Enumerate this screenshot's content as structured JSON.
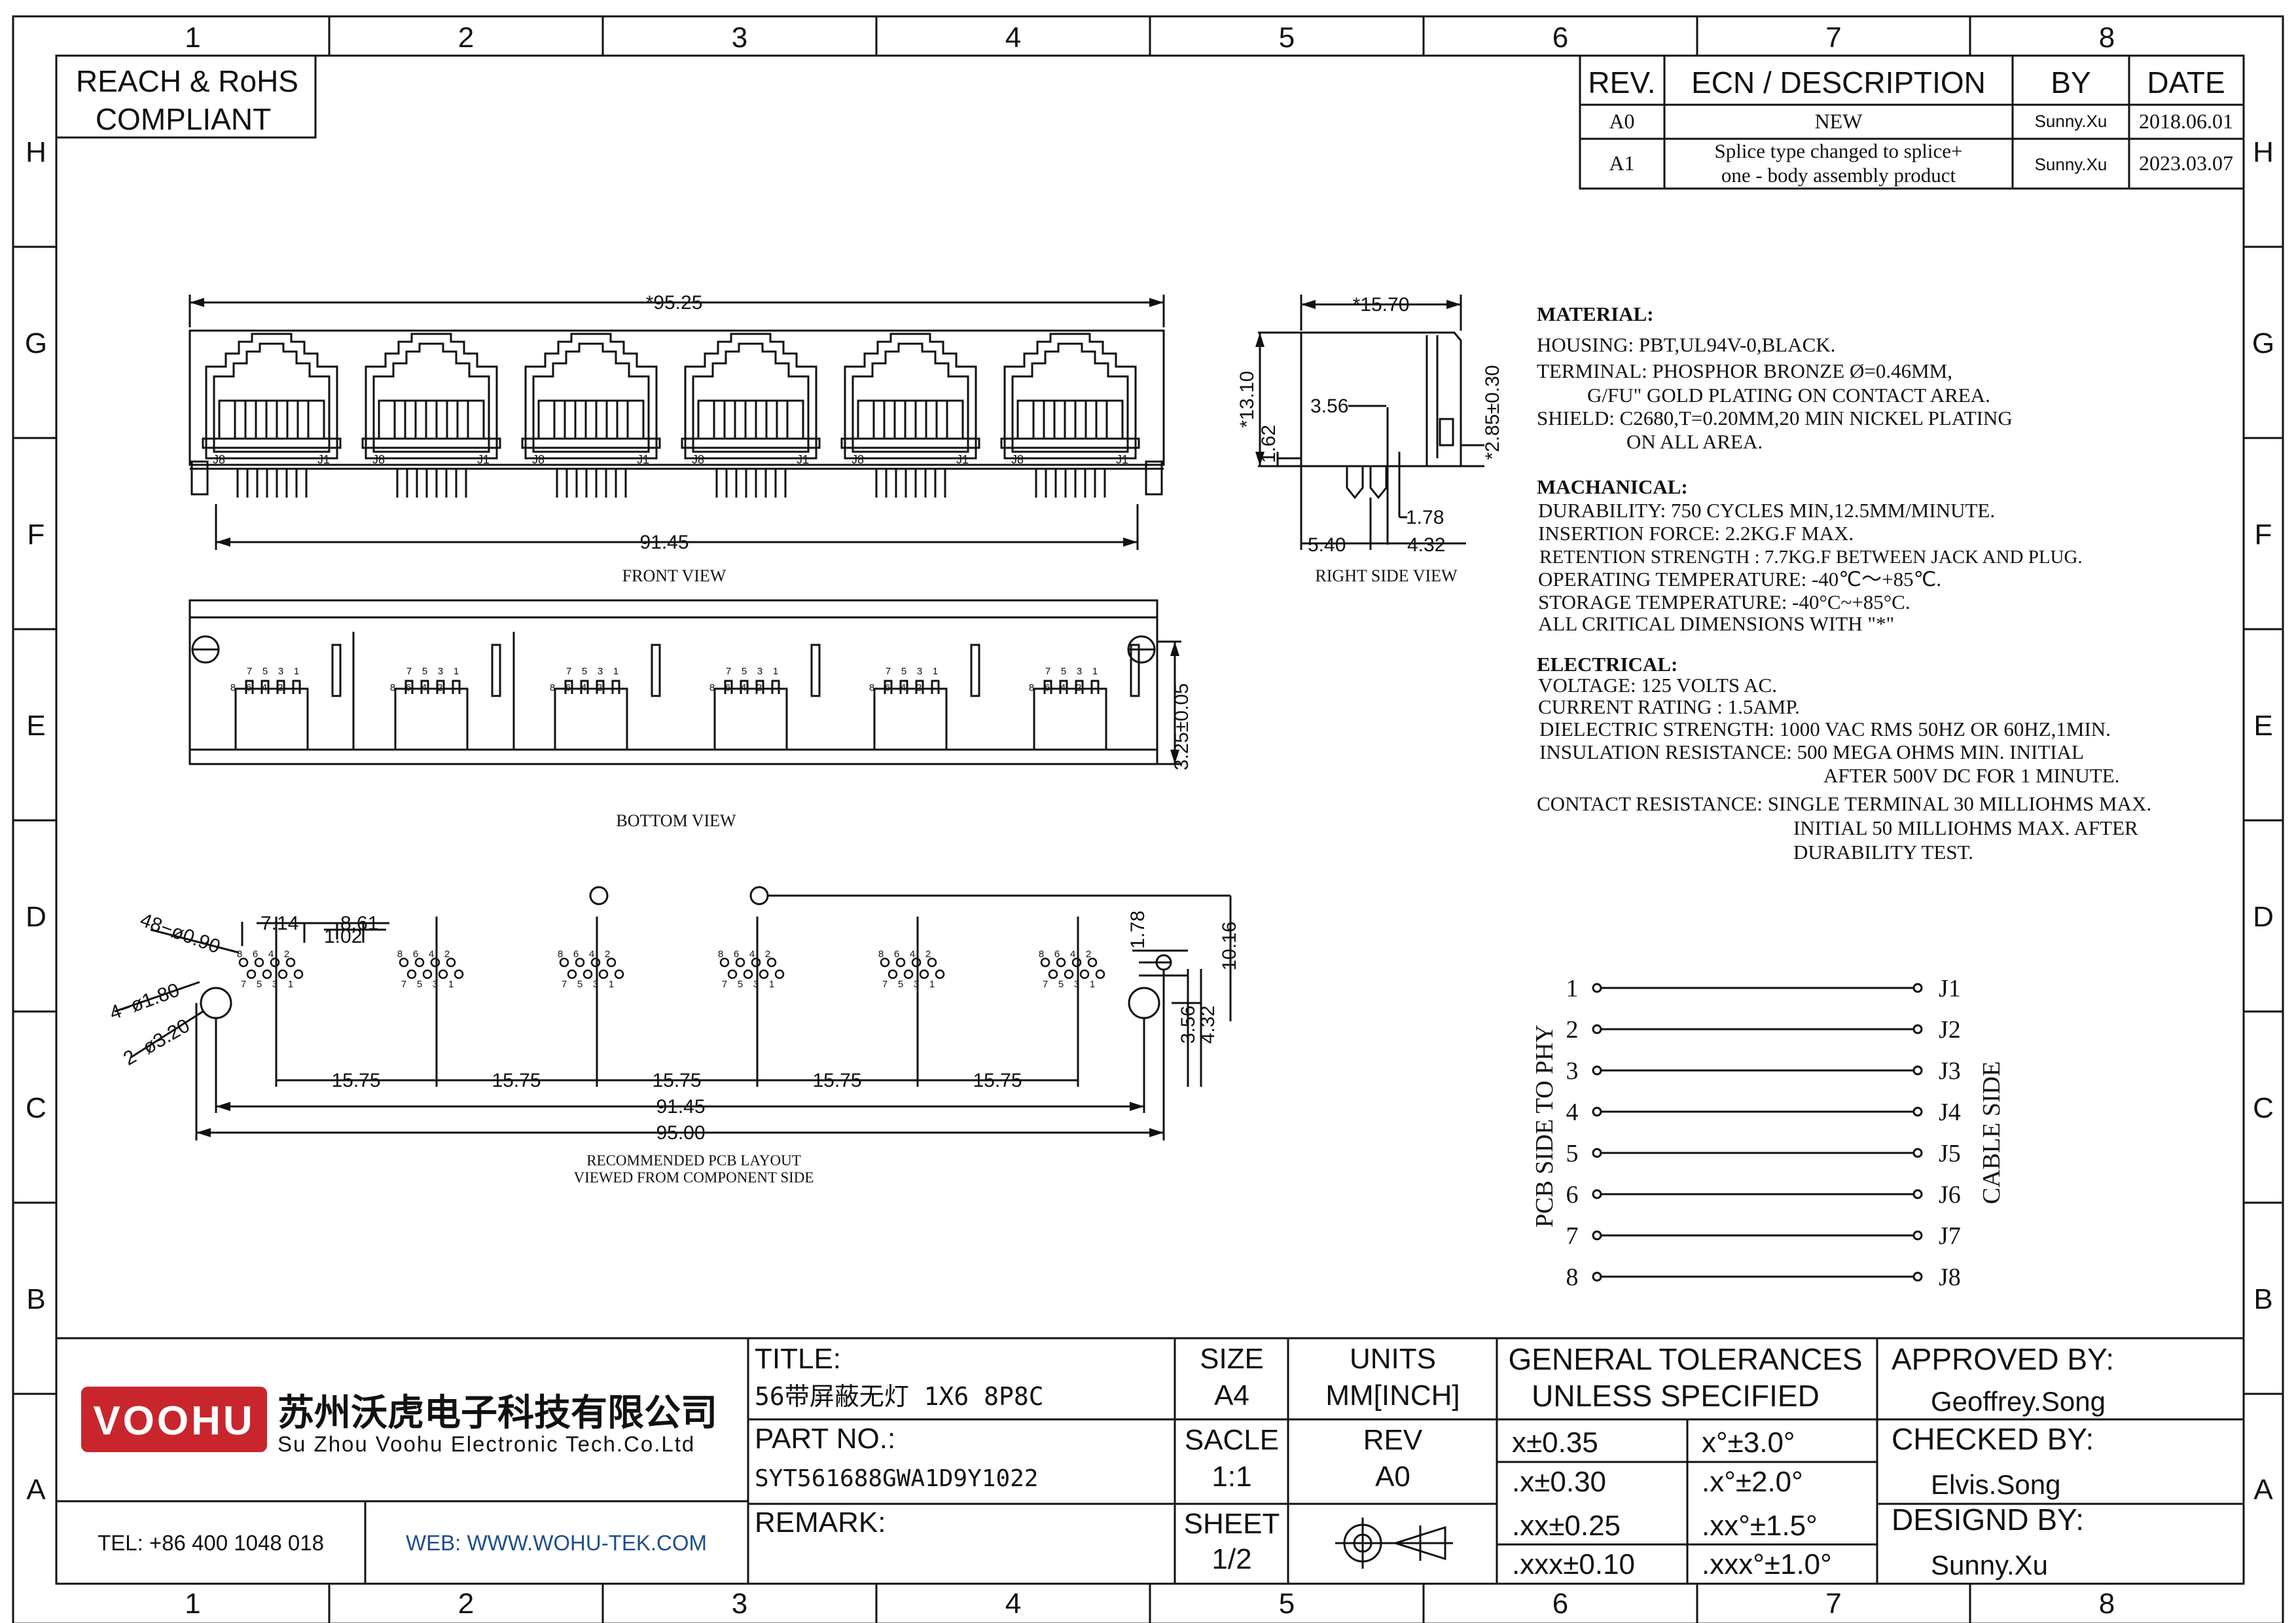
{
  "compliance": {
    "line1": "REACH & RoHS",
    "line2": "COMPLIANT"
  },
  "zones": {
    "columns": [
      "1",
      "2",
      "3",
      "4",
      "5",
      "6",
      "7",
      "8"
    ],
    "rows": [
      "H",
      "G",
      "F",
      "E",
      "D",
      "C",
      "B",
      "A"
    ]
  },
  "revision_table": {
    "headers": {
      "rev": "REV.",
      "ecn": "ECN / DESCRIPTION",
      "by": "BY",
      "date": "DATE"
    },
    "rows": [
      {
        "rev": "A0",
        "ecn1": "NEW",
        "ecn2": "",
        "by": "Sunny.Xu",
        "date": "2018.06.01"
      },
      {
        "rev": "A1",
        "ecn1": "Splice type changed to splice+",
        "ecn2": "one - body assembly product",
        "by": "Sunny.Xu",
        "date": "2023.03.07"
      }
    ]
  },
  "views": {
    "front": "FRONT VIEW",
    "right_side": "RIGHT SIDE VIEW",
    "bottom": "BOTTOM VIEW",
    "pcb_line1": "RECOMMENDED PCB LAYOUT",
    "pcb_line2": "VIEWED FROM COMPONENT SIDE"
  },
  "dimensions": {
    "front_width": "*95.25",
    "front_pin_span": "91.45",
    "side_depth": "*15.70",
    "side_height": "*13.10",
    "side_356": "3.56",
    "side_162": "1.62",
    "side_540": "5.40",
    "side_432": "4.32",
    "side_178": "1.78",
    "side_285": "*2.85±0.30",
    "bottom_325": "3.25±0.05",
    "pcb_714": "7.14",
    "pcb_861": "8.61",
    "pcb_102": "1.02",
    "pcb_48holes": "48−ø0.90",
    "pcb_4holes": "4−ø1.80",
    "pcb_2holes": "2−ø3.20",
    "pcb_pitch": "15.75",
    "pcb_9145": "91.45",
    "pcb_9500": "95.00",
    "pcb_178": "1.78",
    "pcb_1016": "10.16",
    "pcb_356": "3.56",
    "pcb_432": "4.32"
  },
  "pin_labels": {
    "jack_left": "J8",
    "jack_right": "J1",
    "bottom_top": [
      "7",
      "5",
      "3",
      "1"
    ],
    "bottom_bottom": [
      "8",
      "6",
      "4",
      "2"
    ]
  },
  "specs": {
    "material_title": "MATERIAL:",
    "material": [
      "HOUSING: PBT,UL94V-0,BLACK.",
      "TERMINAL: PHOSPHOR BRONZE Ø=0.46MM,",
      "G/FU\" GOLD PLATING ON CONTACT AREA.",
      "SHIELD: C2680,T=0.20MM,20 MIN NICKEL PLATING",
      "ON ALL AREA."
    ],
    "mechanical_title": "MACHANICAL:",
    "mechanical": [
      "DURABILITY: 750 CYCLES MIN,12.5MM/MINUTE.",
      "INSERTION FORCE: 2.2KG.F MAX.",
      "RETENTION STRENGTH : 7.7KG.F BETWEEN JACK AND PLUG.",
      "OPERATING TEMPERATURE: -40℃～+85℃.",
      "STORAGE TEMPERATURE: -40°C~+85°C.",
      "ALL CRITICAL DIMENSIONS WITH \"*\""
    ],
    "electrical_title": "ELECTRICAL:",
    "electrical": [
      "VOLTAGE: 125 VOLTS AC.",
      "CURRENT RATING : 1.5AMP.",
      "DIELECTRIC STRENGTH: 1000 VAC RMS 50HZ OR 60HZ,1MIN.",
      "INSULATION RESISTANCE: 500 MEGA OHMS MIN. INITIAL",
      "AFTER 500V DC FOR 1 MINUTE.",
      "CONTACT RESISTANCE: SINGLE TERMINAL 30 MILLIOHMS MAX.",
      "INITIAL 50 MILLIOHMS MAX. AFTER",
      "DURABILITY TEST."
    ]
  },
  "schematic": {
    "left_numbers": [
      "1",
      "2",
      "3",
      "4",
      "5",
      "6",
      "7",
      "8"
    ],
    "right_labels": [
      "J1",
      "J2",
      "J3",
      "J4",
      "J5",
      "J6",
      "J7",
      "J8"
    ],
    "left_side": "PCB SIDE TO PHY",
    "right_side": "CABLE SIDE"
  },
  "title_block": {
    "logo": "VOOHU",
    "company_cn": "苏州沃虎电子科技有限公司",
    "company_en": "Su Zhou Voohu Electronic Tech.Co.Ltd",
    "tel": "TEL: +86 400 1048 018",
    "web": "WEB: WWW.WOHU-TEK.COM",
    "title_label": "TITLE:",
    "title_value": "56带屏蔽无灯 1X6 8P8C",
    "part_label": "PART NO.:",
    "part_value": "SYT561688GWA1D9Y1022",
    "remark_label": "REMARK:",
    "size_label": "SIZE",
    "size_value": "A4",
    "units_label": "UNITS",
    "units_value": "MM[INCH]",
    "scale_label": "SACLE",
    "scale_value": "1:1",
    "rev_label": "REV",
    "rev_value": "A0",
    "sheet_label": "SHEET",
    "sheet_value": "1/2",
    "tol_title1": "GENERAL TOLERANCES",
    "tol_title2": "UNLESS SPECIFIED",
    "tolerances": [
      [
        "x±0.35",
        "x°±3.0°"
      ],
      [
        ".x±0.30",
        ".x°±2.0°"
      ],
      [
        ".xx±0.25",
        ".xx°±1.5°"
      ],
      [
        ".xxx±0.10",
        ".xxx°±1.0°"
      ]
    ],
    "approved_label": "APPROVED BY:",
    "approved_value": "Geoffrey.Song",
    "checked_label": "CHECKED BY:",
    "checked_value": "Elvis.Song",
    "designed_label": "DESIGND BY:",
    "designed_value": "Sunny.Xu"
  },
  "colors": {
    "line": "#111111",
    "logo_red": "#c8262c",
    "web_blue": "#1f4e8c"
  }
}
